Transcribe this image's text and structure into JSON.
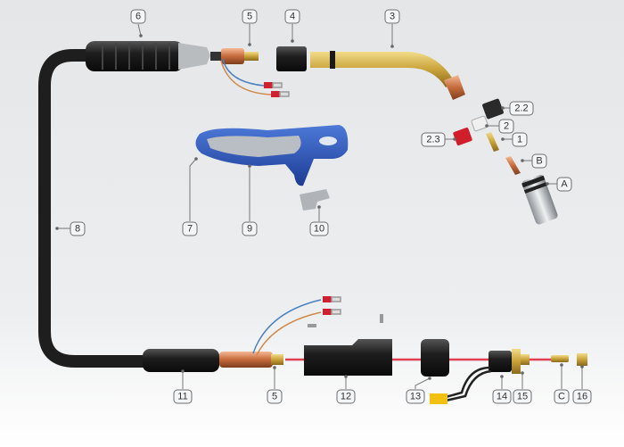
{
  "diagram": {
    "title": "Welding torch exploded parts view",
    "labels": {
      "torch_grip": "6",
      "cable_connector_top": "5",
      "neck_nut": "4",
      "swan_neck": "3",
      "part_2_2": "2.2",
      "part_2": "2",
      "part_2_3": "2.3",
      "part_1": "1",
      "contact_tip": "B",
      "gas_nozzle": "A",
      "handle_shell": "7",
      "handle_insert": "9",
      "trigger": "10",
      "cable": "8",
      "cable_sleeve": "11",
      "cable_connector_bottom": "5",
      "central_connector_housing": "12",
      "union_nut": "13",
      "central_plug": "14",
      "plug_pins": "15",
      "liner_nipple": "C",
      "liner_nut": "16"
    },
    "colors": {
      "handle_blue": "#2a54b8",
      "handle_gray": "#b9bdc4",
      "brass": "#c9a23a",
      "copper": "#c56b3c",
      "cable": "#1e1e1e",
      "liner_red": "#e04050"
    }
  }
}
